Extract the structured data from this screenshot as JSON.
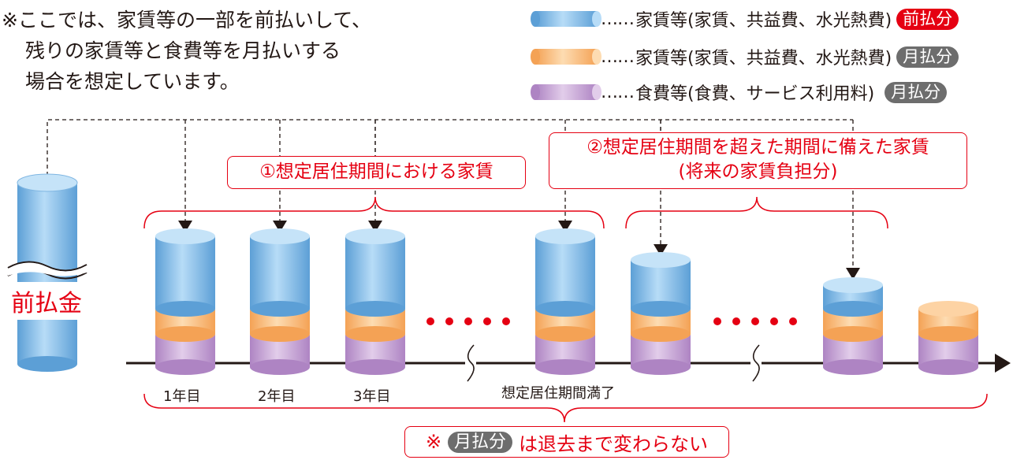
{
  "note": {
    "line1": "※ここでは、家賃等の一部を前払いして、",
    "line2": "残りの家賃等と食費等を月払いする",
    "line3": "場合を想定しています。"
  },
  "legend": [
    {
      "color": "#8fc3ec",
      "dots": "……",
      "text": "家賃等(家賃、共益費、水光熱費)",
      "badge": "前払分",
      "badge_color": "#e50012"
    },
    {
      "color": "#fbc48a",
      "dots": "……",
      "text": "家賃等(家賃、共益費、水光熱費)",
      "badge": "月払分",
      "badge_color": "#6d6d6d"
    },
    {
      "color": "#c7a6d4",
      "dots": "……",
      "text": "食費等(食費、サービス利用料) ",
      "badge": "月払分",
      "badge_color": "#6d6d6d"
    }
  ],
  "callouts": {
    "period_rent": "①想定居住期間における家賃",
    "beyond_line1": "②想定居住期間を超えた期間に備えた家賃",
    "beyond_line2": "(将来の家賃負担分)"
  },
  "prepayment_label": "前払金",
  "year_labels": [
    "1年目",
    "2年目",
    "3年目"
  ],
  "expiry_label": "想定居住期間満了",
  "bottom_note": {
    "prefix": "※",
    "badge": "月払分",
    "suffix": "は退去まで変わらない"
  },
  "colors": {
    "accent_red": "#e50012",
    "badge_gray": "#6d6d6d",
    "blue": "#8fc3ec",
    "orange": "#fbc48a",
    "purple": "#c7a6d4"
  }
}
